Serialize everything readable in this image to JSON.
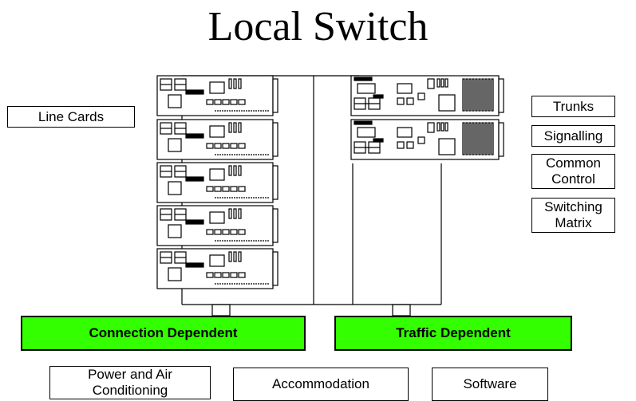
{
  "title": "Local Switch",
  "labels": {
    "line_cards": "Line Cards",
    "trunks": "Trunks",
    "signalling": "Signalling",
    "common_control": "Common Control",
    "switching_matrix": "Switching Matrix",
    "connection_dependent": "Connection Dependent",
    "traffic_dependent": "Traffic Dependent",
    "power_air": "Power and Air Conditioning",
    "accommodation": "Accommodation",
    "software": "Software"
  },
  "colors": {
    "highlight": "#33ff00",
    "line": "#000000"
  }
}
